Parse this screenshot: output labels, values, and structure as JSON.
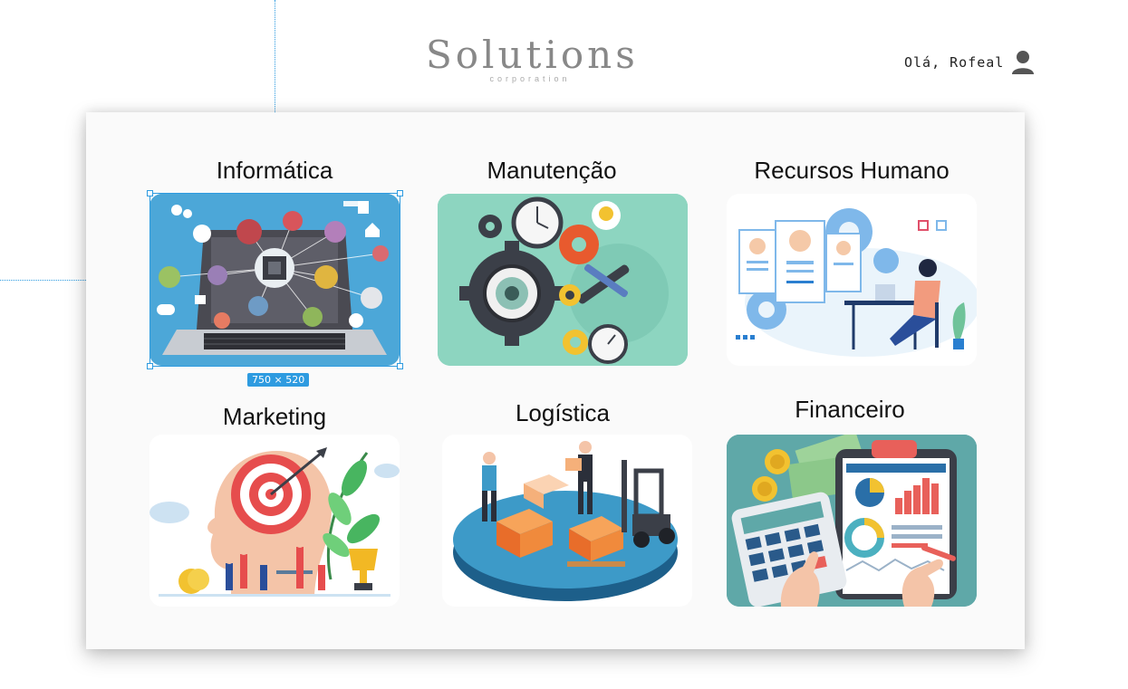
{
  "header": {
    "brand_name": "Solutions",
    "brand_sub": "corporation",
    "greeting": "Olá, Rofeal",
    "user_icon": "user-icon"
  },
  "selection": {
    "size_label": "750 × 520"
  },
  "categories": [
    {
      "title": "Informática",
      "illustration": "computer-network-illustration"
    },
    {
      "title": "Manutenção",
      "illustration": "gears-tools-illustration"
    },
    {
      "title": "Recursos Humano",
      "illustration": "hr-resumes-illustration"
    },
    {
      "title": "Marketing",
      "illustration": "marketing-target-illustration"
    },
    {
      "title": "Logística",
      "illustration": "logistics-warehouse-illustration"
    },
    {
      "title": "Financeiro",
      "illustration": "finance-calculator-illustration"
    }
  ],
  "colors": {
    "accent": "#2e9be0",
    "informatica_bg": "#4ca7d8",
    "manutencao_bg": "#8dd5c0",
    "rh_bg": "#eaf4fb",
    "logistica_bg": "#2a7fb0",
    "financeiro_bg": "#5fa8a8"
  }
}
